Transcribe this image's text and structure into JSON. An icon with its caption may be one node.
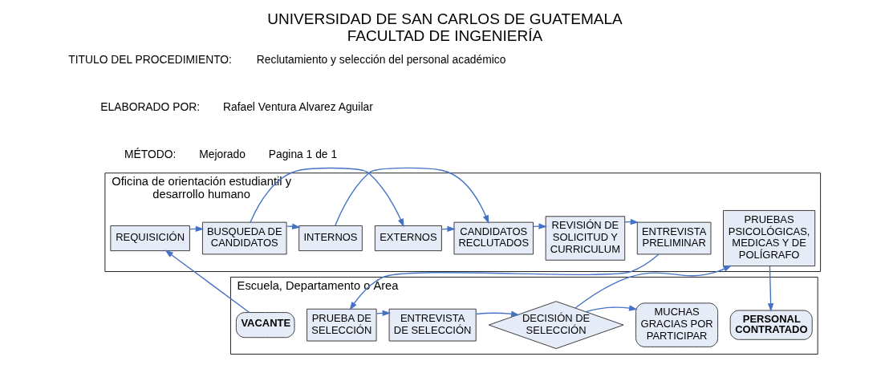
{
  "diagram": {
    "title": "UNIVERSIDAD DE SAN CARLOS DE GUATEMALA FACULTAD DE INGENIERÍA",
    "nodes": [
      {
        "text": [
          "Oficina de orientación estudiantil y desarrollo humano"
        ]
      },
      {
        "text": [
          "REQUISICIÓN"
        ],
        "in": 0
      },
      {
        "text": [
          "BUSQUEDA DE CANDIDATOS"
        ],
        "in": 0
      },
      {
        "text": [
          "INTERNOS"
        ],
        "in": 0
      },
      {
        "text": [
          "EXTERNOS"
        ],
        "in": 0
      },
      {
        "text": [
          "CANDIDATOS RECLUTADOS"
        ],
        "in": 0
      },
      {
        "text": [
          "REVISIÓN DE SOLICITUD Y CURRICULUM"
        ],
        "in": 0
      },
      {
        "text": [
          "ENTREVISTA PRELIMINAR"
        ],
        "in": 0
      },
      {
        "text": [
          "PRUEBAS PSICOLÓGICAS, MEDICAS Y DE POLÍGRAFO"
        ],
        "in": 0
      },
      {
        "text": [
          "Escuela, Departamento o Área"
        ]
      },
      {
        "text": [
          "VACANTE"
        ],
        "in": 9
      },
      {
        "text": [
          "PRUEBA DE SELECCIÓN"
        ],
        "in": 9
      },
      {
        "text": [
          "ENTREVISTA DE SELECCIÓN"
        ],
        "in": 9
      },
      {
        "text": [
          "DECISIÓN DE SELECCIÓN"
        ],
        "in": 9
      },
      {
        "text": [
          "MUCHAS GRACIAS POR PARTICIPAR"
        ],
        "in": 9
      },
      {
        "text": [
          "PERSONAL CONTRATADO"
        ],
        "in": 9
      }
    ],
    "edges": [
      {
        "from": 10,
        "to": 1,
        "arrow": "to"
      },
      {
        "from": 1,
        "to": 2,
        "arrow": "to"
      },
      {
        "from": 2,
        "to": 3,
        "arrow": "to"
      },
      {
        "from": 2,
        "to": 4,
        "arrow": "to"
      },
      {
        "from": 3,
        "to": 5,
        "arrow": "to"
      },
      {
        "from": 4,
        "to": 5,
        "arrow": "to"
      },
      {
        "from": 5,
        "to": 6,
        "arrow": "to"
      },
      {
        "from": 6,
        "to": 7,
        "arrow": "to"
      },
      {
        "from": 7,
        "to": 11,
        "arrow": "to"
      },
      {
        "from": 11,
        "to": 12,
        "arrow": "to"
      },
      {
        "from": 12,
        "to": 13,
        "arrow": "to"
      },
      {
        "from": 13,
        "to": 8,
        "arrow": "to"
      },
      {
        "from": 13,
        "to": 14,
        "arrow": "to"
      },
      {
        "from": 8,
        "to": 15,
        "arrow": "to"
      }
    ],
    "labels": [
      "TITULO DEL PROCEDIMIENTO:",
      "Reclutamiento y selección del personal académico",
      "ELABORADO POR:",
      "Rafael Ventura Alvarez Aguilar",
      "MÉTODO:",
      "Mejorado",
      "Pagina 1 de 1"
    ]
  }
}
